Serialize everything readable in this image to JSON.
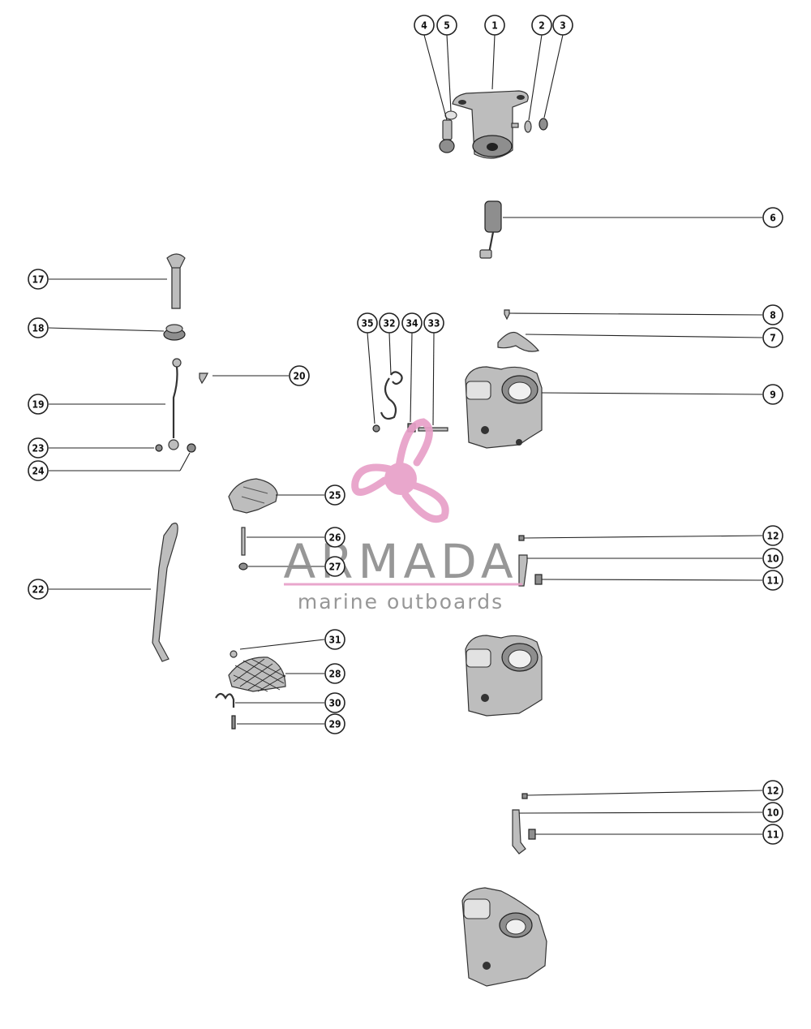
{
  "callouts": [
    "1",
    "2",
    "3",
    "4",
    "5",
    "6",
    "7",
    "8",
    "9",
    "10",
    "11",
    "12",
    "17",
    "18",
    "19",
    "20",
    "22",
    "23",
    "24",
    "25",
    "26",
    "27",
    "28",
    "29",
    "30",
    "31",
    "32",
    "33",
    "34",
    "35"
  ],
  "watermark": {
    "name": "ARMADA",
    "tagline": "marine outboards",
    "color": "#e8a0c8"
  }
}
